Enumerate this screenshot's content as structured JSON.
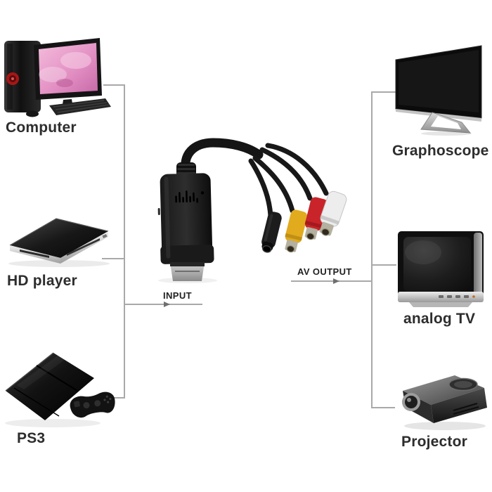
{
  "diagram": {
    "center_device": {
      "input_label": "INPUT",
      "output_label": "AV OUTPUT",
      "connectors": {
        "video_rca": "#e2aa1d",
        "audio_right_rca": "#c9242a",
        "audio_left_rca": "#ededed",
        "power_jack": "#1c1c1c",
        "tip_metal": "#b4b1a0",
        "cable": "#161616"
      }
    },
    "input_devices": [
      {
        "label": "Computer"
      },
      {
        "label": "HD player"
      },
      {
        "label": "PS3"
      }
    ],
    "output_devices": [
      {
        "label": "Graphoscope"
      },
      {
        "label": "analog TV"
      },
      {
        "label": "Projector"
      }
    ],
    "style": {
      "line_color": "#a9a9a9",
      "arrow_color": "#6f6f6f",
      "label_color": "#2d2d2d",
      "background": "#ffffff"
    }
  }
}
